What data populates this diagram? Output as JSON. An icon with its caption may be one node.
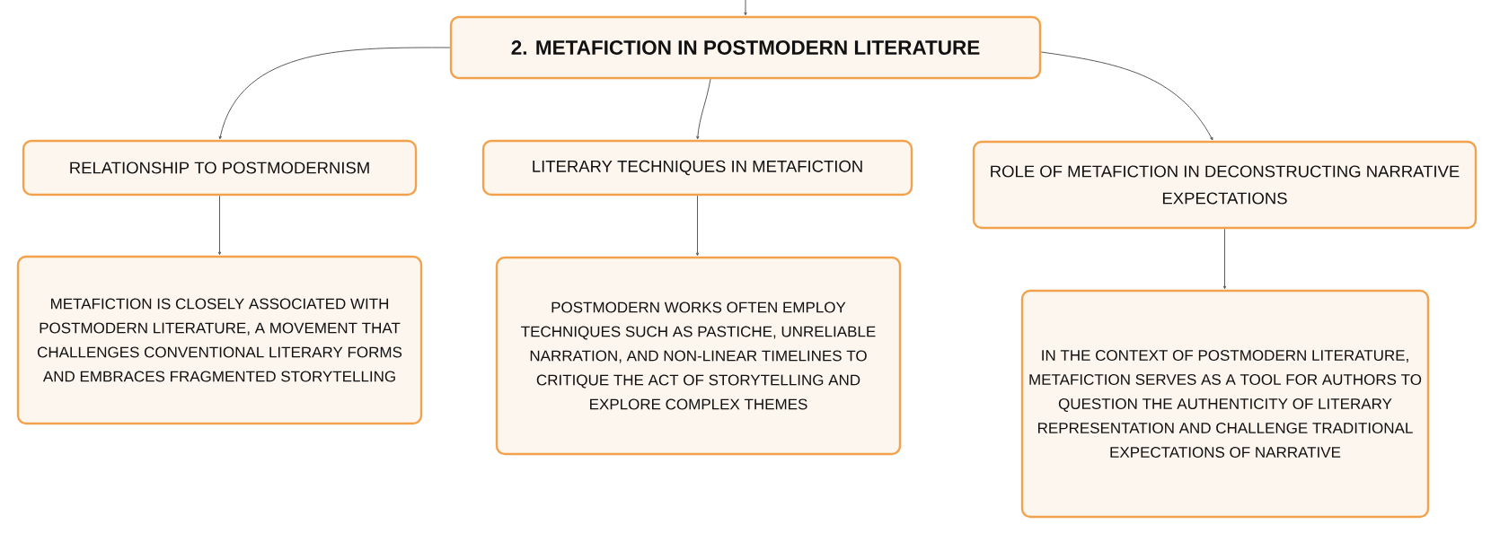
{
  "diagram": {
    "nodes": [
      {
        "text": [
          "2. METAFICTION IN POSTMODERN LITERATURE"
        ]
      },
      {
        "text": [
          "RELATIONSHIP TO POSTMODERNISM"
        ]
      },
      {
        "text": [
          "LITERARY TECHNIQUES IN METAFICTION"
        ]
      },
      {
        "text": [
          "ROLE OF METAFICTION IN DECONSTRUCTING NARRATIVE EXPECTATIONS"
        ]
      },
      {
        "text": [
          "METAFICTION IS CLOSELY ASSOCIATED WITH POSTMODERN LITERATURE, A MOVEMENT THAT CHALLENGES CONVENTIONAL LITERARY FORMS AND EMBRACES FRAGMENTED STORYTELLING"
        ]
      },
      {
        "text": [
          "POSTMODERN WORKS OFTEN EMPLOY TECHNIQUES SUCH AS PASTICHE, UNRELIABLE NARRATION, AND NON-LINEAR TIMELINES TO CRITIQUE THE ACT OF STORYTELLING AND EXPLORE COMPLEX THEMES"
        ]
      },
      {
        "text": [
          "IN THE CONTEXT OF POSTMODERN LITERATURE, METAFICTION SERVES AS A TOOL FOR AUTHORS TO QUESTION THE AUTHENTICITY OF LITERARY REPRESENTATION AND CHALLENGE TRADITIONAL EXPECTATIONS OF NARRATIVE"
        ]
      }
    ],
    "edges": [
      {
        "from": null,
        "to": 0,
        "arrow": "to"
      },
      {
        "from": 0,
        "to": 1,
        "arrow": "to"
      },
      {
        "from": 0,
        "to": 2,
        "arrow": "to"
      },
      {
        "from": 0,
        "to": 3,
        "arrow": "to"
      },
      {
        "from": 1,
        "to": 4,
        "arrow": "to"
      },
      {
        "from": 2,
        "to": 5,
        "arrow": "to"
      },
      {
        "from": 3,
        "to": 6,
        "arrow": "to"
      }
    ]
  }
}
